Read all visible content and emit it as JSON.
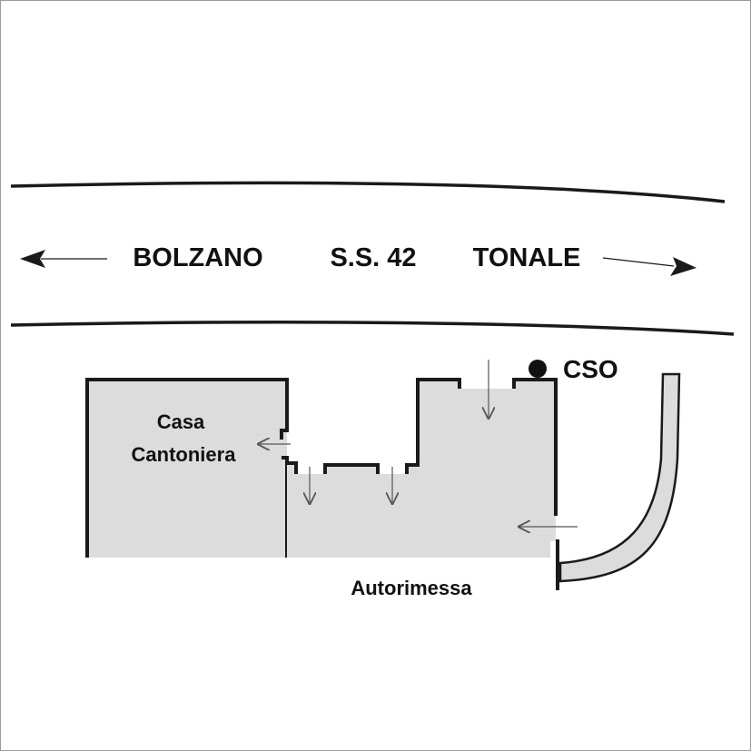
{
  "road": {
    "left_destination": "BOLZANO",
    "road_name": "S.S. 42",
    "right_destination": "TONALE"
  },
  "buildings": {
    "house_line1": "Casa",
    "house_line2": "Cantoniera",
    "garage": "Autorimessa"
  },
  "outfall": {
    "label": "CSO"
  },
  "colors": {
    "building_fill": "#dcdcdc",
    "line": "#1a1a1a",
    "pipe_fill": "#dcdcdc"
  },
  "icons": {
    "direction_arrows": "arrow-icon",
    "flow_arrows": "thin-arrow-icon",
    "outfall_marker": "filled-circle-icon"
  }
}
